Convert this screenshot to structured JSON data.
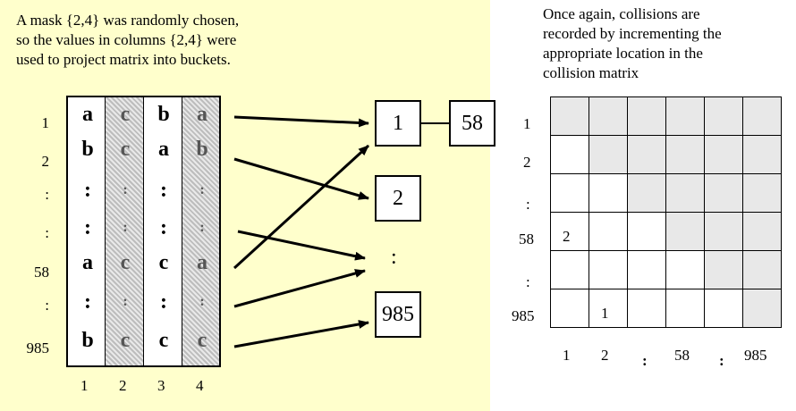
{
  "left_caption": [
    "A mask {2,4} was randomly chosen,",
    "so the values in columns {2,4} were",
    "used to project matrix into buckets."
  ],
  "right_caption": [
    "Once again, collisions are",
    "recorded by incrementing the",
    "appropriate location in the",
    "collision matrix"
  ],
  "row_labels": [
    "1",
    "2",
    ":",
    ":",
    "58",
    ":",
    "985"
  ],
  "col_labels": [
    "1",
    "2",
    "3",
    "4"
  ],
  "columns": [
    [
      "a",
      "b",
      ":",
      ":",
      "a",
      ":",
      "b"
    ],
    [
      "c",
      "c",
      ":",
      ":",
      "c",
      ":",
      "c"
    ],
    [
      "b",
      "a",
      ":",
      ":",
      "c",
      ":",
      "c"
    ],
    [
      "a",
      "b",
      ":",
      ":",
      "a",
      ":",
      "c"
    ]
  ],
  "masked_columns": [
    1,
    3
  ],
  "buckets": [
    "1",
    "2",
    ":",
    "985"
  ],
  "bucket_extra": "58",
  "collision": {
    "row_labels": [
      "1",
      "2",
      ":",
      "58",
      ":",
      "985"
    ],
    "col_labels": [
      "1",
      "2",
      ":",
      "58",
      ":",
      "985"
    ],
    "entries": [
      {
        "row": 3,
        "col": 0,
        "value": "2"
      },
      {
        "row": 5,
        "col": 1,
        "value": "1"
      }
    ]
  }
}
